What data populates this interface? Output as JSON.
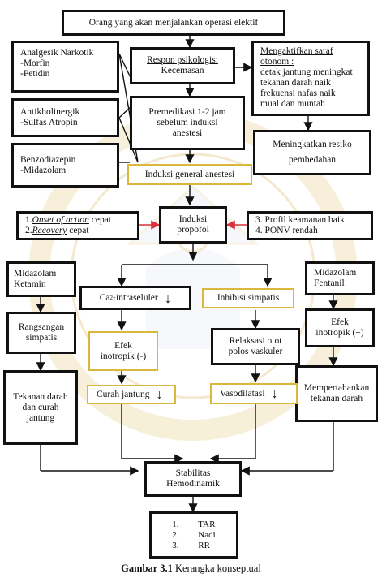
{
  "title_box": "Orang yang akan menjalankan operasi elektif",
  "narcotic": {
    "title": "Analgesik Narkotik",
    "items": [
      "-Morfin",
      "-Petidin"
    ]
  },
  "anticholinergic": {
    "title": "Antikholinergik",
    "items": [
      "-Sulfas Atropin"
    ]
  },
  "benzo": {
    "title": "Benzodiazepin",
    "items": [
      "-Midazolam"
    ]
  },
  "psych": {
    "title": "Respon psikologis:",
    "sub": "Kecemasan"
  },
  "autonomic": {
    "title": "Mengaktifkan saraf otonom :",
    "lines": [
      "detak jantung meningkat",
      "tekanan darah naik",
      "frekuensi nafas naik",
      "mual dan muntah"
    ]
  },
  "premed": {
    "lines": [
      "Premedikasi 1-2 jam",
      "sebelum induksi",
      "anestesi"
    ]
  },
  "risk": {
    "lines": [
      "Meningkatkan resiko",
      "pembedahan"
    ]
  },
  "induction_general": "Induksi general anestesi",
  "onset": {
    "l1_prefix": "1.",
    "l1_italic": "Onset of action",
    "l1_suffix": " cepat",
    "l2_prefix": "2.",
    "l2_italic": "Recovery",
    "l2_suffix": " cepat"
  },
  "propofol": {
    "lines": [
      "Induksi",
      "propofol"
    ]
  },
  "safety": {
    "lines": [
      "3. Profil keamanan baik",
      "4. PONV rendah"
    ]
  },
  "mid_ket": {
    "lines": [
      "Midazolam",
      "Ketamin"
    ]
  },
  "mid_fen": {
    "lines": [
      "Midazolam",
      "Fentanil"
    ]
  },
  "calcium": {
    "base": "Ca",
    "sup": "2+",
    "rest": " intraseluler",
    "arrow": "↓"
  },
  "sympathetic_inhibition": "Inhibisi simpatis",
  "sympathetic_stim": {
    "lines": [
      "Rangsangan",
      "simpatis"
    ]
  },
  "inotropic_neg": {
    "lines": [
      "Efek",
      "inotropik (-)"
    ]
  },
  "relaxation": {
    "lines": [
      "Relaksasi otot",
      "polos vaskuler"
    ]
  },
  "inotropic_pos": {
    "lines": [
      "Efek",
      "inotropik (+)"
    ]
  },
  "bp_co": {
    "lines": [
      "Tekanan darah",
      "dan curah",
      "jantung"
    ]
  },
  "cardiac_output": "Curah jantung",
  "cardiac_output_arrow": "↓",
  "vasodilation": "Vasodilatasi",
  "vasodilation_arrow": "↓",
  "maintain_bp": {
    "lines": [
      "Mempertahankan",
      "tekanan darah"
    ]
  },
  "stability": {
    "lines": [
      "Stabilitas",
      "Hemodinamik"
    ]
  },
  "outcomes": [
    {
      "n": "1.",
      "t": "TAR"
    },
    {
      "n": "2.",
      "t": "Nadi"
    },
    {
      "n": "3.",
      "t": "RR"
    }
  ],
  "caption": {
    "bold": "Gambar 3.1",
    "text": " Kerangka konseptual"
  },
  "colors": {
    "arrow_red": "#d8323c",
    "arrow_black": "#111111",
    "yellow_border": "#d9b83c",
    "watermark": "#d8b255"
  }
}
